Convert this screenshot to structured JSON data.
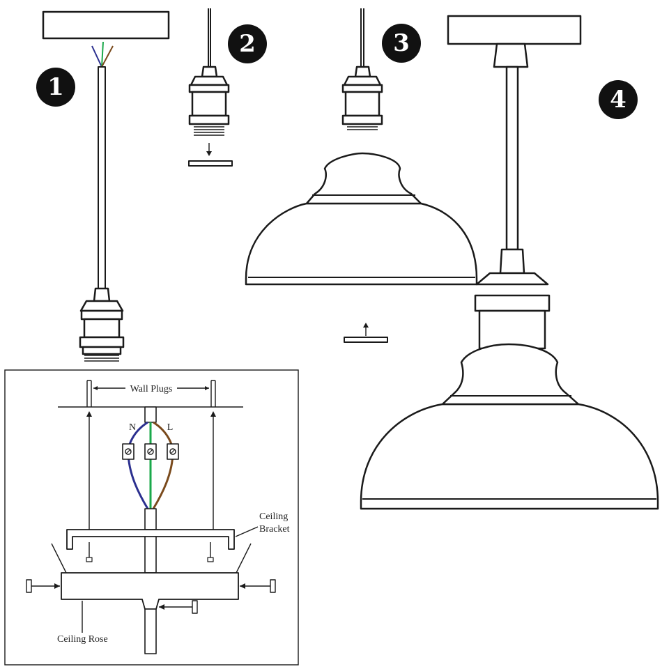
{
  "steps": [
    "1",
    "2",
    "3",
    "4"
  ],
  "wiring": {
    "wall_plugs_label": "Wall Plugs",
    "neutral_label": "N",
    "live_label": "L",
    "ceiling_bracket_label_line1": "Ceiling",
    "ceiling_bracket_label_line2": "Bracket",
    "ceiling_rose_label": "Ceiling Rose"
  },
  "colors": {
    "neutral_wire": "#2b2f8f",
    "earth_wire": "#1aa84a",
    "live_wire": "#7a4a1c",
    "line": "#1a1a1a"
  }
}
